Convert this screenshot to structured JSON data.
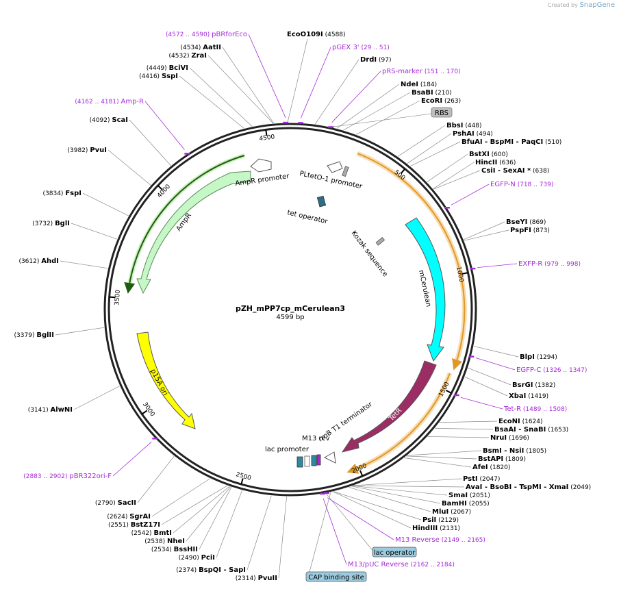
{
  "brand": {
    "prefix": "Created by",
    "name": "SnapGene"
  },
  "plasmid": {
    "name": "pZH_mPP7cp_mCerulean3",
    "length_label": "4599 bp",
    "length": 4599
  },
  "ticks": [
    "500",
    "1000",
    "1500",
    "2000",
    "2500",
    "3000",
    "3500",
    "4000",
    "4500"
  ],
  "enzymes": [
    {
      "name": "EcoO109I",
      "pos": "(4588)"
    },
    {
      "name": "DrdI",
      "pos": "(97)"
    },
    {
      "name": "NdeI",
      "pos": "(184)"
    },
    {
      "name": "BsaBI",
      "pos": "(210)"
    },
    {
      "name": "EcoRI",
      "pos": "(263)"
    },
    {
      "name": "BbsI",
      "pos": "(448)"
    },
    {
      "name": "PshAI",
      "pos": "(494)"
    },
    {
      "name": "BfuAI",
      "extra": "- BspMI  - PaqCI",
      "pos": "(510)"
    },
    {
      "name": "BstXI",
      "pos": "(600)"
    },
    {
      "name": "HincII",
      "pos": "(636)"
    },
    {
      "name": "CsiI",
      "extra": "- SexAI *",
      "pos": "(638)"
    },
    {
      "name": "BseYI",
      "pos": "(869)"
    },
    {
      "name": "PspFI",
      "pos": "(873)"
    },
    {
      "name": "BlpI",
      "pos": "(1294)"
    },
    {
      "name": "BsrGI",
      "pos": "(1382)"
    },
    {
      "name": "XbaI",
      "pos": "(1419)"
    },
    {
      "name": "EcoNI",
      "pos": "(1624)"
    },
    {
      "name": "BsaAI",
      "extra": "- SnaBI",
      "pos": "(1653)"
    },
    {
      "name": "NruI",
      "pos": "(1696)"
    },
    {
      "name": "BsmI",
      "extra": "- NsiI",
      "pos": "(1805)"
    },
    {
      "name": "BstAPI",
      "pos": "(1809)"
    },
    {
      "name": "AfeI",
      "pos": "(1820)"
    },
    {
      "name": "PstI",
      "pos": "(2047)"
    },
    {
      "name": "AvaI",
      "extra": "- BsoBI  - TspMI  - XmaI",
      "pos": "(2049)"
    },
    {
      "name": "SmaI",
      "pos": "(2051)"
    },
    {
      "name": "BamHI",
      "pos": "(2055)"
    },
    {
      "name": "MluI",
      "pos": "(2067)"
    },
    {
      "name": "PsiI",
      "pos": "(2129)"
    },
    {
      "name": "HindIII",
      "pos": "(2131)"
    },
    {
      "name": "PvuII",
      "pos": "(2314)"
    },
    {
      "name": "BspQI",
      "extra": "- SapI",
      "pos": "(2374)"
    },
    {
      "name": "PciI",
      "pos": "(2490)"
    },
    {
      "name": "BssHII",
      "pos": "(2534)"
    },
    {
      "name": "NheI",
      "pos": "(2538)"
    },
    {
      "name": "BmtI",
      "pos": "(2542)"
    },
    {
      "name": "BstZ17I",
      "pos": "(2551)"
    },
    {
      "name": "SgrAI",
      "pos": "(2624)"
    },
    {
      "name": "SacII",
      "pos": "(2790)"
    },
    {
      "name": "AlwNI",
      "pos": "(3141)"
    },
    {
      "name": "BglII",
      "pos": "(3379)"
    },
    {
      "name": "AhdI",
      "pos": "(3612)"
    },
    {
      "name": "BglI",
      "pos": "(3732)"
    },
    {
      "name": "FspI",
      "pos": "(3834)"
    },
    {
      "name": "PvuI",
      "pos": "(3982)"
    },
    {
      "name": "ScaI",
      "pos": "(4092)"
    },
    {
      "name": "SspI",
      "pos": "(4416)"
    },
    {
      "name": "BciVI",
      "pos": "(4449)"
    },
    {
      "name": "ZraI",
      "pos": "(4532)"
    },
    {
      "name": "AatII",
      "pos": "(4534)"
    }
  ],
  "primers": [
    {
      "name": "pBRforEco",
      "range": "(4572 .. 4590)"
    },
    {
      "name": "pGEX 3'",
      "range": "(29 .. 51)"
    },
    {
      "name": "pRS-marker",
      "range": "(151 .. 170)"
    },
    {
      "name": "Amp-R",
      "range": "(4162 .. 4181)"
    },
    {
      "name": "EGFP-N",
      "range": "(718 .. 739)"
    },
    {
      "name": "EXFP-R",
      "range": "(979 .. 998)"
    },
    {
      "name": "EGFP-C",
      "range": "(1326 .. 1347)"
    },
    {
      "name": "Tet-R",
      "range": "(1489 .. 1508)"
    },
    {
      "name": "M13 Reverse",
      "range": "(2149 .. 2165)"
    },
    {
      "name": "M13/pUC Reverse",
      "range": "(2162 .. 2184)"
    },
    {
      "name": "pBR322ori-F",
      "range": "(2883 .. 2902)"
    }
  ],
  "features": {
    "ampr_promoter": "AmpR promoter",
    "ampr": "AmpR",
    "pltet": "PLtetO-1 promoter",
    "tet_operator": "tet operator",
    "kozak": "Kozak sequence",
    "mcerulean": "mCerulean",
    "tetr": "TetR",
    "rrnb": "rrnB T1 terminator",
    "m13rev": "M13 rev",
    "lac_promoter": "lac promoter",
    "p15a": "p15A ori"
  },
  "boxes": {
    "rbs": "RBS",
    "lac_operator": "lac operator",
    "cap_site": "CAP binding site"
  },
  "colors": {
    "ampr": "#c6f7c6",
    "ampr_border": "#5a8a5a",
    "mcerulean": "#00ffff",
    "tetr": "#9b2d64",
    "p15a": "#ffff00",
    "primer": "#a52ad9",
    "orange": "#f0b44b",
    "lac_promoter": "#2e8aa0",
    "grey_box": "#bdbdbd",
    "blue_box": "#9ccbe0"
  }
}
